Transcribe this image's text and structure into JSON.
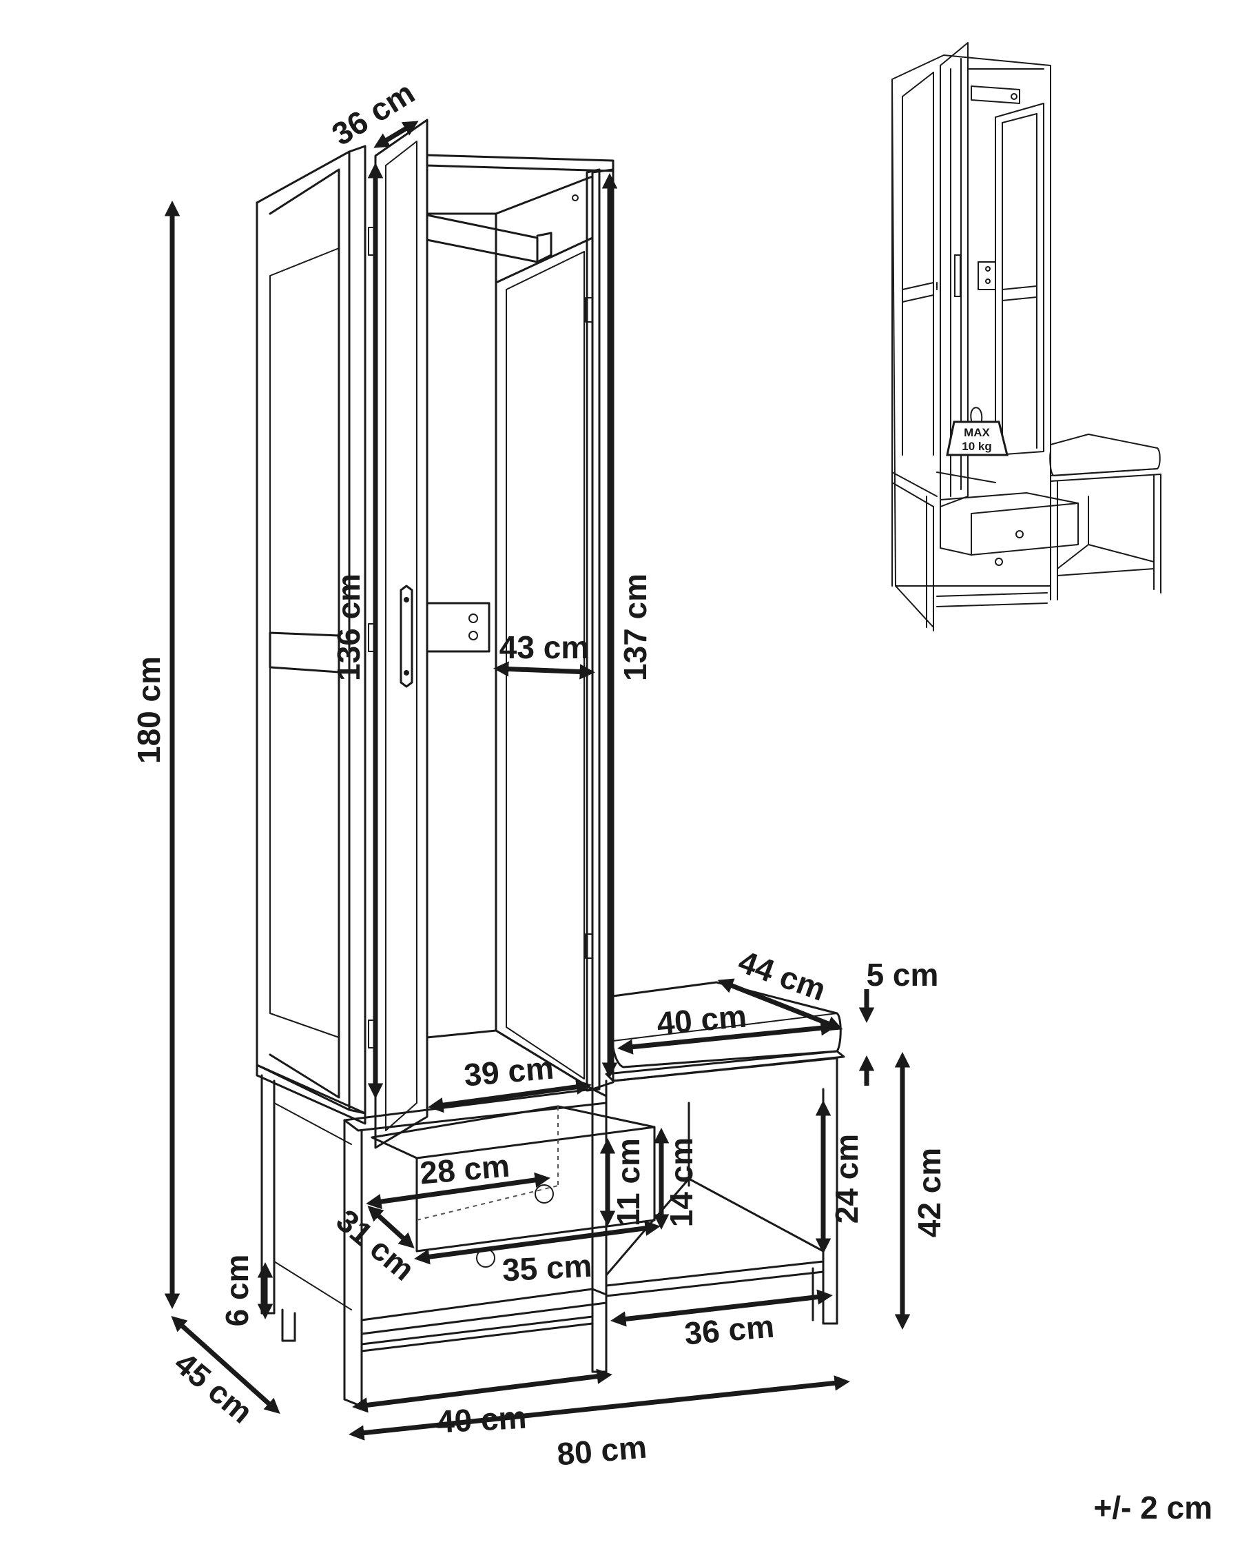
{
  "dimensions": {
    "total_height": "180 cm",
    "door_depth": "36 cm",
    "door_height": "136 cm",
    "interior_height": "137 cm",
    "rail_width": "43 cm",
    "seat_depth": "44 cm",
    "cushion_thickness": "5 cm",
    "seat_width": "40 cm",
    "interior_width": "39 cm",
    "bench_height": "42 cm",
    "shelf_height": "24 cm",
    "drawer_width": "28 cm",
    "drawer_inner_height": "11 cm",
    "drawer_outer_height": "14 cm",
    "drawer_depth": "31 cm",
    "drawer_front_width": "35 cm",
    "leg_height": "6 cm",
    "total_depth": "45 cm",
    "shelf_width": "36 cm",
    "cabinet_width": "40 cm",
    "total_width": "80 cm"
  },
  "weight_label": {
    "line1": "MAX",
    "line2": "10 kg"
  },
  "tolerance": "+/- 2 cm"
}
